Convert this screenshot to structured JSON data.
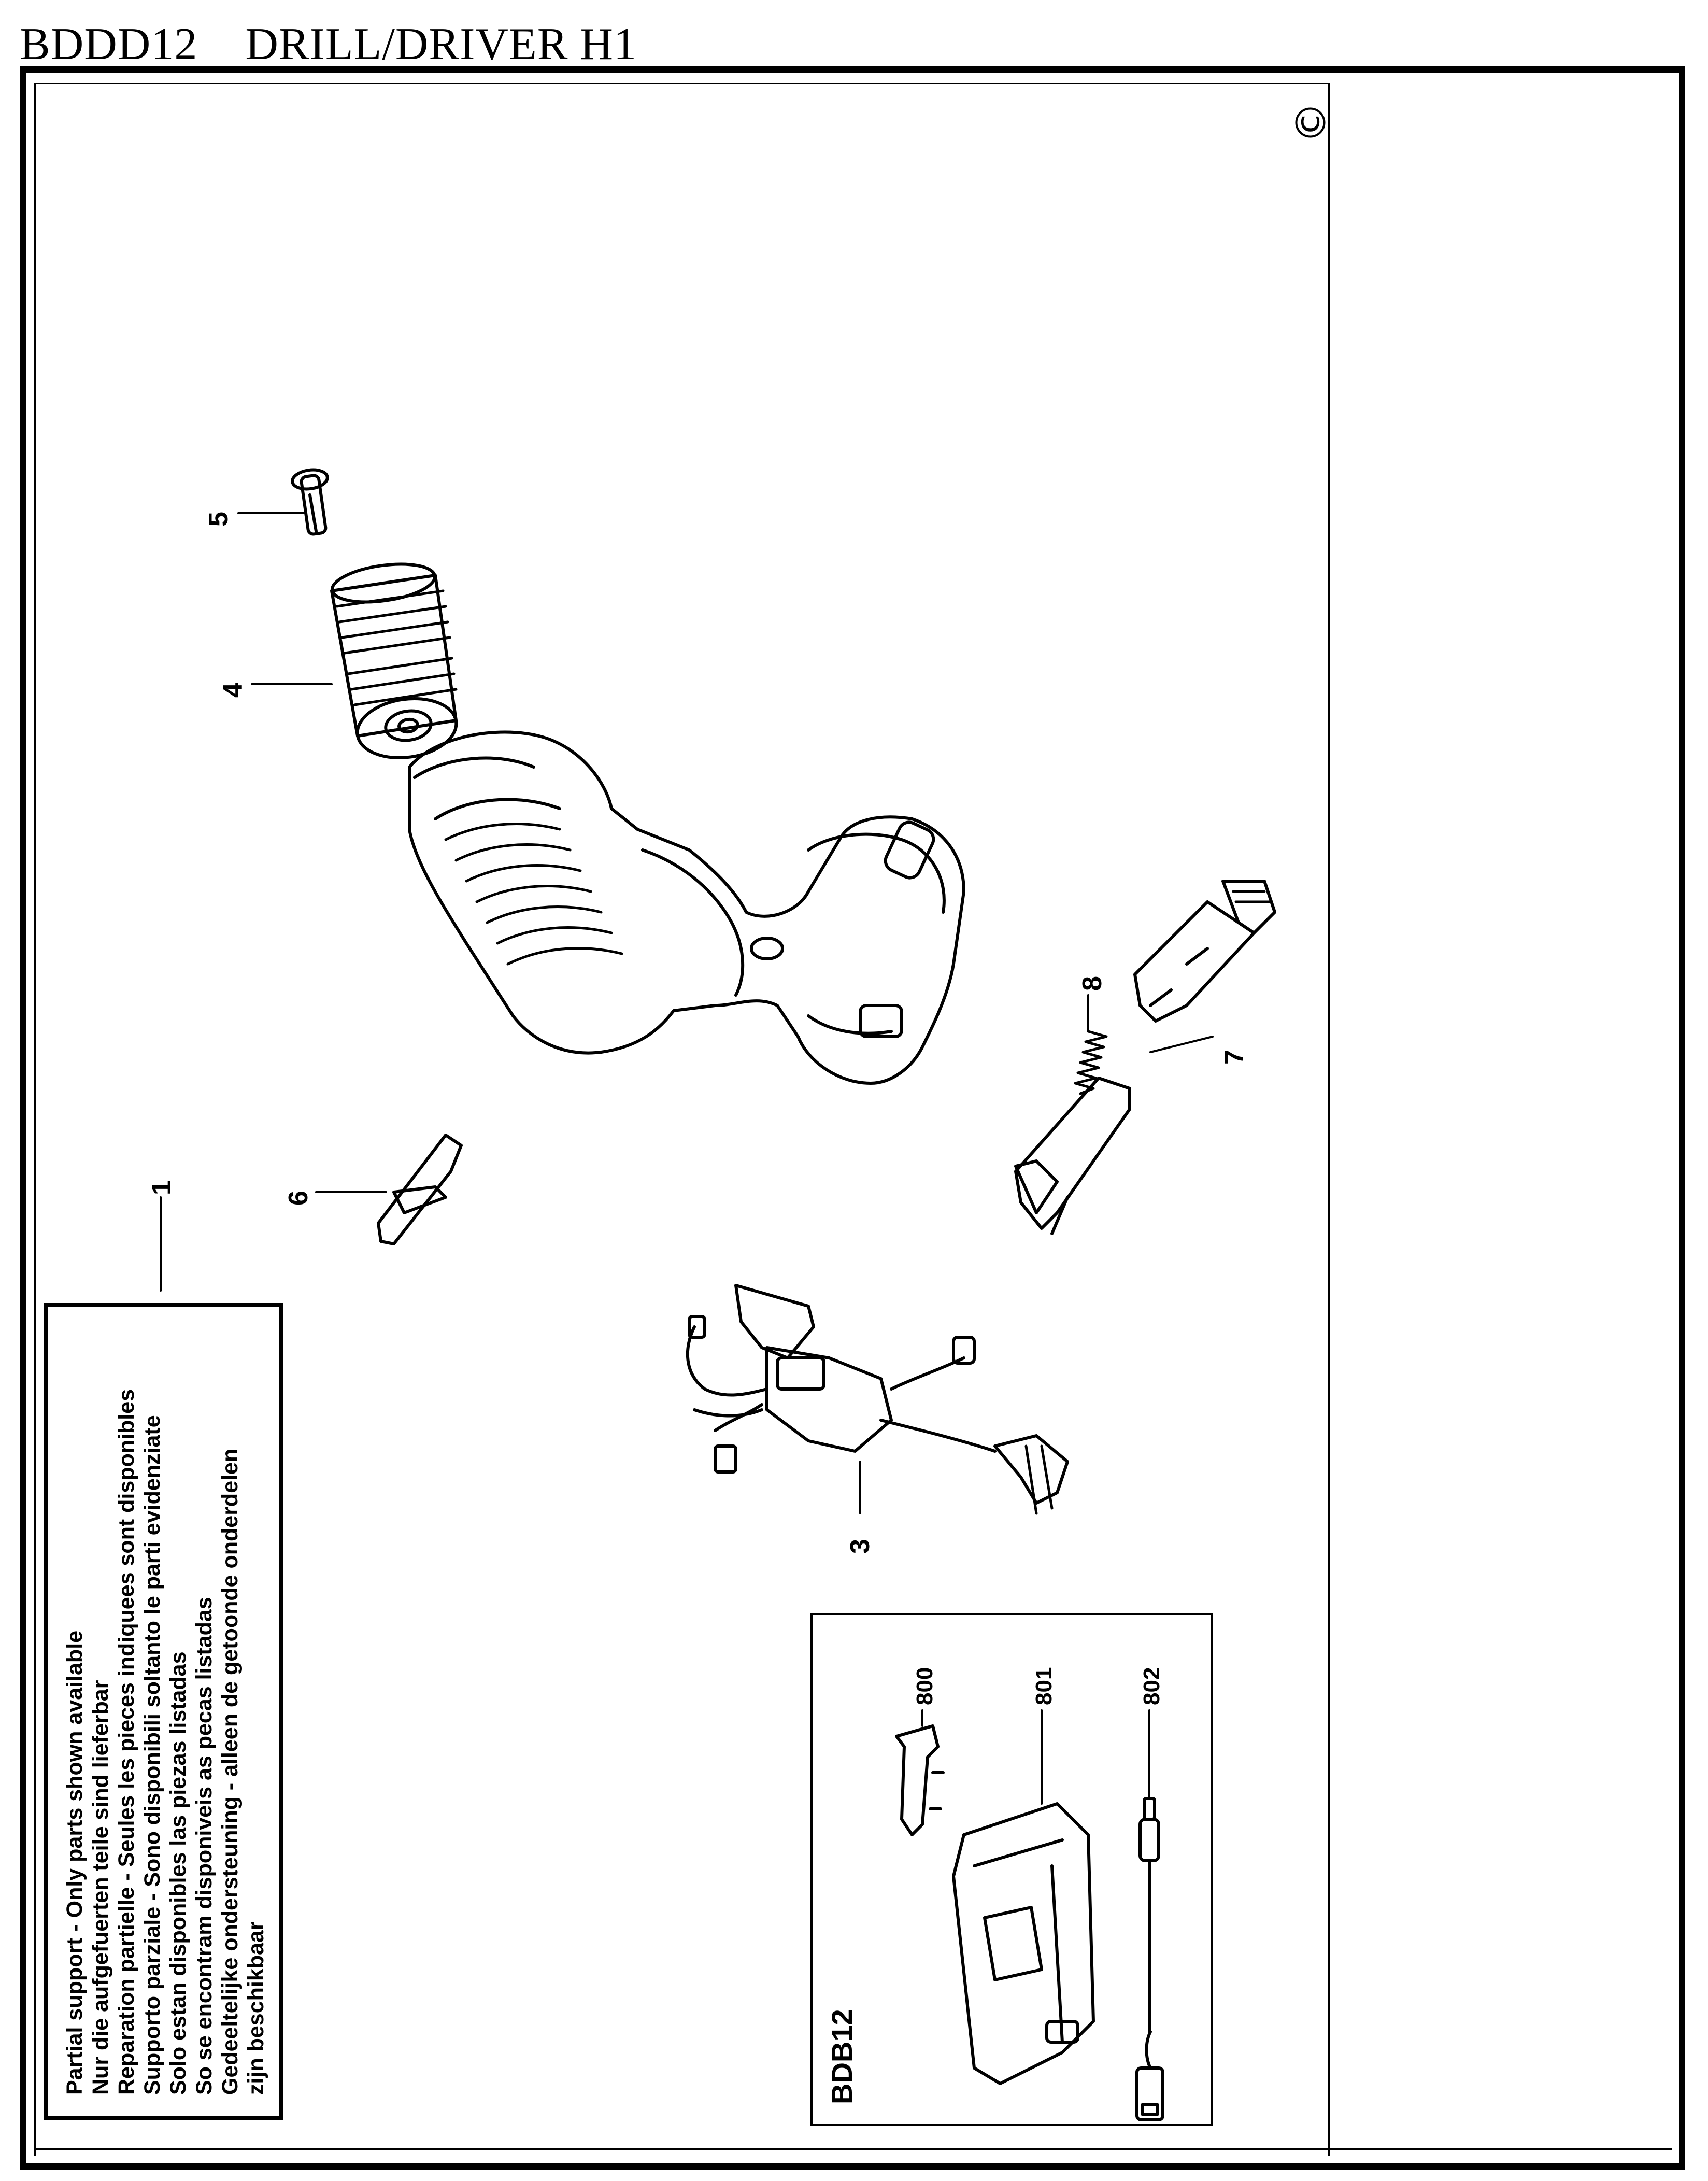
{
  "header": {
    "model": "BDDD12",
    "product": "DRILL/DRIVER H1"
  },
  "copyright_symbol": "©",
  "notice": {
    "lines": [
      "Partial support - Only parts shown available",
      "Nur die aufgefuerten teile sind lieferbar",
      "Reparation partielle - Seules les pieces indiquees sont disponibles",
      "Supporto parziale - Sono disponibili soltanto le parti evidenziate",
      "Solo estan disponibles las piezas listadas",
      "So se encontram disponiveis as pecas listadas",
      "Gedeeltelijke ondersteuning - alleen de getoonde onderdelen",
      "zijn beschikbaar"
    ]
  },
  "kit": {
    "title": "BDB12",
    "parts": [
      "800",
      "801",
      "802"
    ]
  },
  "parts": [
    "1",
    "3",
    "4",
    "5",
    "6",
    "7",
    "8"
  ]
}
